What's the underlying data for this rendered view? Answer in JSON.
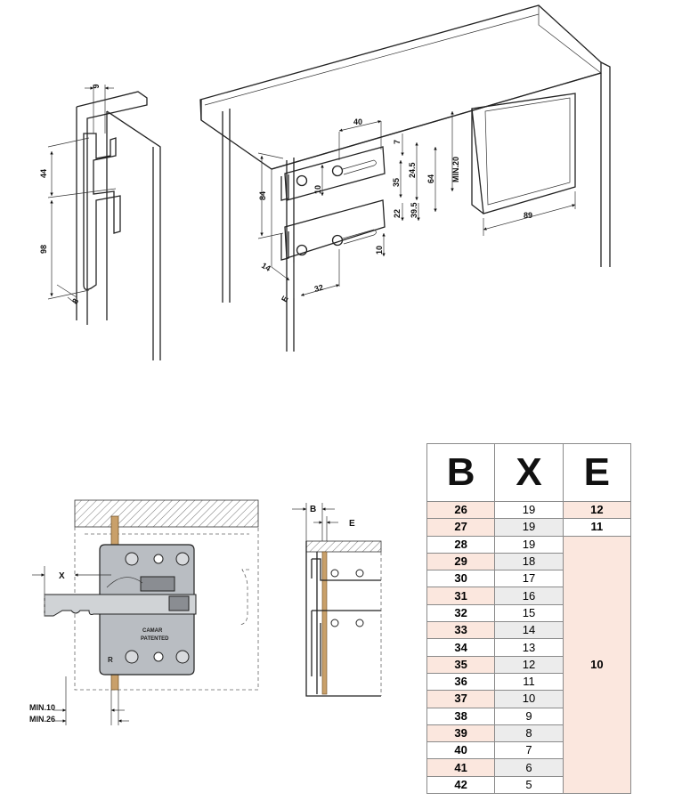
{
  "top_left_dims": {
    "d9": "9",
    "d44": "44",
    "d98": "98",
    "d8": "8"
  },
  "top_right_dims": {
    "d40": "40",
    "d7": "7",
    "d24_5": "24.5",
    "min20": "MIN.20",
    "d10a": "10",
    "d35": "35",
    "d64": "64",
    "d84": "84",
    "d22": "22",
    "d39_5": "39.5",
    "d10b": "10",
    "d89": "89",
    "d14": "14",
    "e": "E",
    "d32": "32"
  },
  "bottom_left": {
    "x": "X",
    "min10": "MIN.10",
    "min26": "MIN.26",
    "brand": "CAMAR",
    "patented": "PATENTED",
    "r": "R"
  },
  "bottom_mid": {
    "b": "B",
    "e": "E"
  },
  "table": {
    "headers": [
      "B",
      "X",
      "E"
    ],
    "rows": [
      {
        "b": "26",
        "x": "19",
        "e": "12"
      },
      {
        "b": "27",
        "x": "19",
        "e": "11"
      },
      {
        "b": "28",
        "x": "19"
      },
      {
        "b": "29",
        "x": "18"
      },
      {
        "b": "30",
        "x": "17"
      },
      {
        "b": "31",
        "x": "16"
      },
      {
        "b": "32",
        "x": "15"
      },
      {
        "b": "33",
        "x": "14"
      },
      {
        "b": "34",
        "x": "13"
      },
      {
        "b": "35",
        "x": "12"
      },
      {
        "b": "36",
        "x": "11"
      },
      {
        "b": "37",
        "x": "10"
      },
      {
        "b": "38",
        "x": "9"
      },
      {
        "b": "39",
        "x": "8"
      },
      {
        "b": "40",
        "x": "7"
      },
      {
        "b": "41",
        "x": "6"
      },
      {
        "b": "42",
        "x": "5"
      }
    ],
    "merged_e": "10"
  }
}
